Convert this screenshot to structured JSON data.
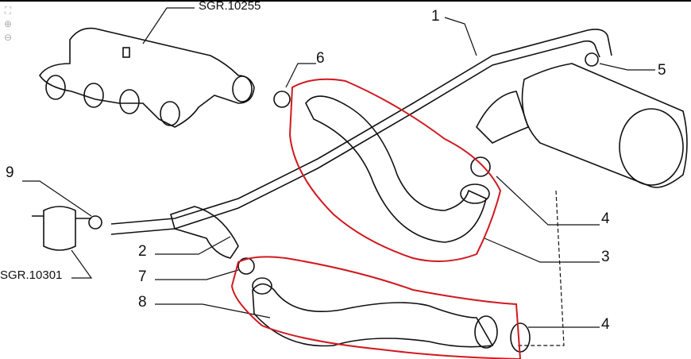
{
  "toolbar": {
    "tools": [
      {
        "name": "fit-icon",
        "glyph": "⛶"
      },
      {
        "name": "zoom-in-icon",
        "glyph": "⊕"
      },
      {
        "name": "zoom-out-icon",
        "glyph": "⊖"
      }
    ]
  },
  "diagram": {
    "refs": {
      "manifold": "SGR.10255",
      "valve": "SGR.10301"
    },
    "callouts": {
      "c1": "1",
      "c2": "2",
      "c3": "3",
      "c4a": "4",
      "c4b": "4",
      "c5": "5",
      "c6": "6",
      "c7": "7",
      "c8": "8",
      "c9": "9"
    },
    "highlight_color": "#d0191f"
  }
}
